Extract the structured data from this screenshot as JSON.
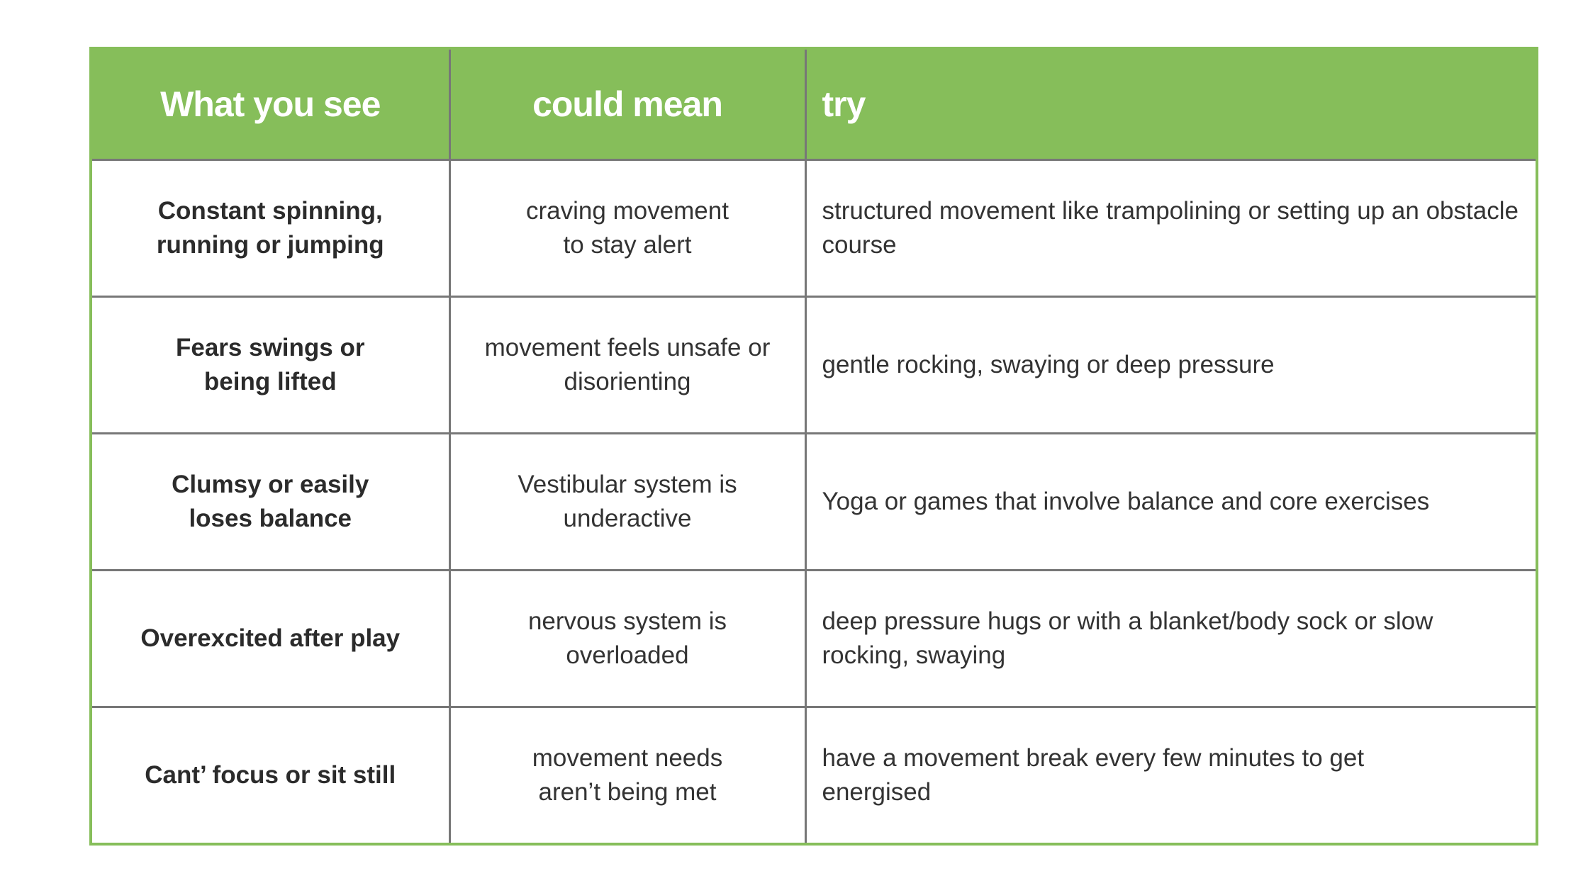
{
  "header": {
    "col1": "What you see",
    "col2": "could mean",
    "col3": "try"
  },
  "rows": [
    {
      "see": "Constant spinning, running or jumping",
      "mean": "craving movement to stay alert",
      "try": "structured movement like trampolining or setting up an obstacle course"
    },
    {
      "see": "Fears swings or being lifted",
      "mean": "movement feels unsafe or disorienting",
      "try": "gentle rocking, swaying or deep pressure"
    },
    {
      "see": "Clumsy or easily loses balance",
      "mean": "Vestibular system is underactive",
      "try": "Yoga or games that involve balance and core exercises"
    },
    {
      "see": "Overexcited after play",
      "mean": "nervous system is overloaded",
      "try": "deep pressure hugs or with a blanket/body sock or slow rocking, swaying"
    },
    {
      "see": "Cant’ focus or sit still",
      "mean": "movement needs aren’t being met",
      "try": "have a movement break every few minutes to get energised"
    }
  ],
  "colors": {
    "header_bg": "#86be5a",
    "grid": "#777777"
  }
}
